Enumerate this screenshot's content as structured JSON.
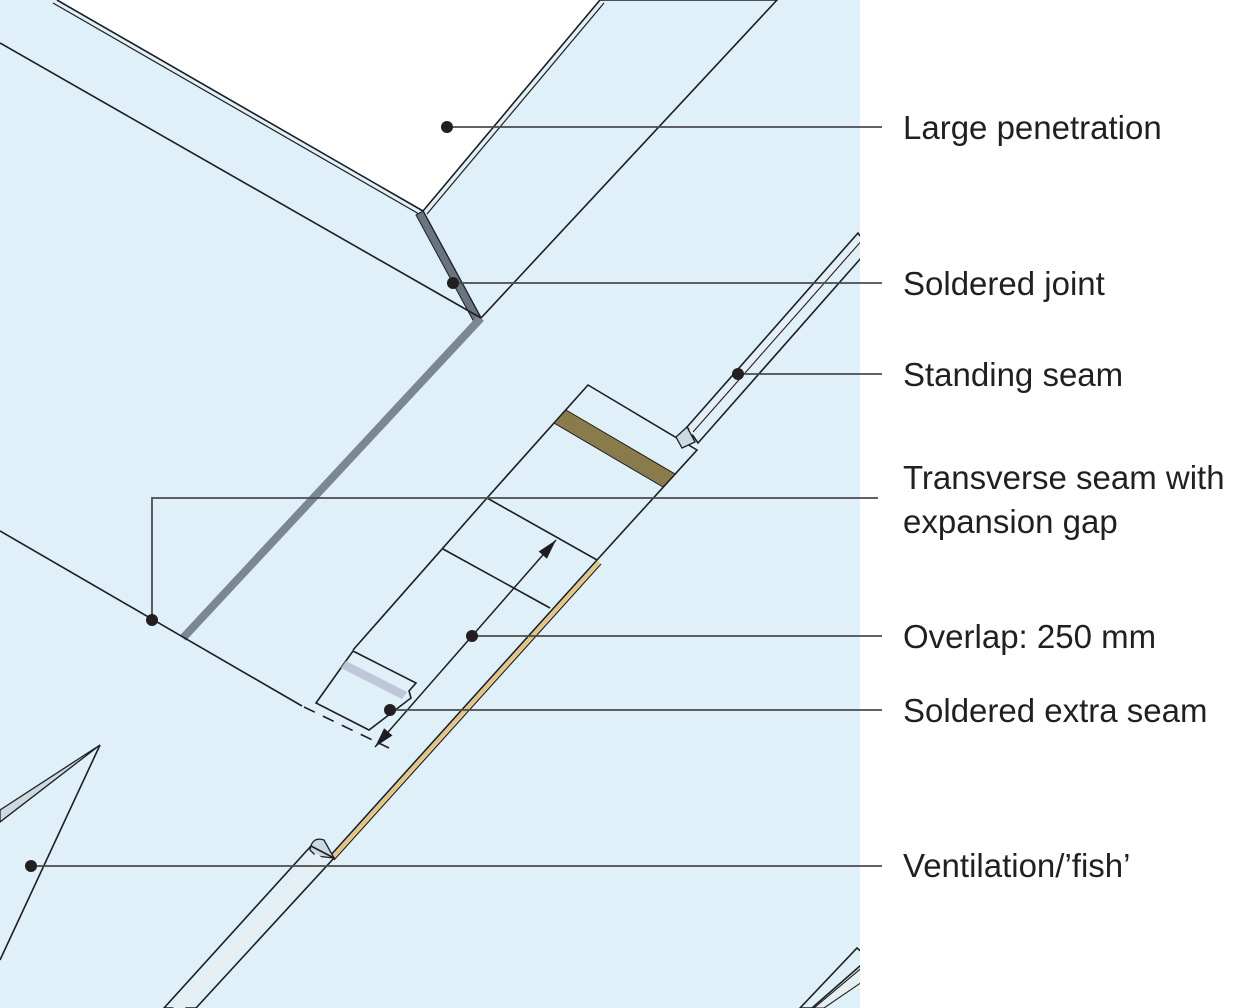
{
  "diagram": {
    "kind": "roofing-detail-illustration",
    "measurement": {
      "overlap_mm": 250
    }
  },
  "labels": {
    "large_penetration": "Large penetration",
    "soldered_joint": "Soldered joint",
    "standing_seam": "Standing seam",
    "transverse_line1": "Transverse seam with",
    "transverse_line2": "expansion gap",
    "overlap": "Overlap: 250 mm",
    "soldered_extra_seam": "Soldered extra seam",
    "ventilation": "Ventilation/’fish’"
  },
  "colors": {
    "roof": "#dff0f8",
    "penetration": "#ffffff",
    "curb_face": "#cfe0e7",
    "seam_metal": "#c9dbe2",
    "seam_highlight": "#e7eff3",
    "corner_gray": "#68747f",
    "thick_seam_gray": "#7b8894",
    "tan_patch": "#ecca7d",
    "gap_stripe": "#8a7b4a",
    "gold_edge": "#eac271",
    "extra_seam_patch": "#a8b2c8",
    "extra_seam_stripe": "#bdc7d7",
    "fish_sliver": "#cdd9de",
    "line": "#1e1e20",
    "leader": "#4a4b4d",
    "label_text": "#231f20"
  }
}
